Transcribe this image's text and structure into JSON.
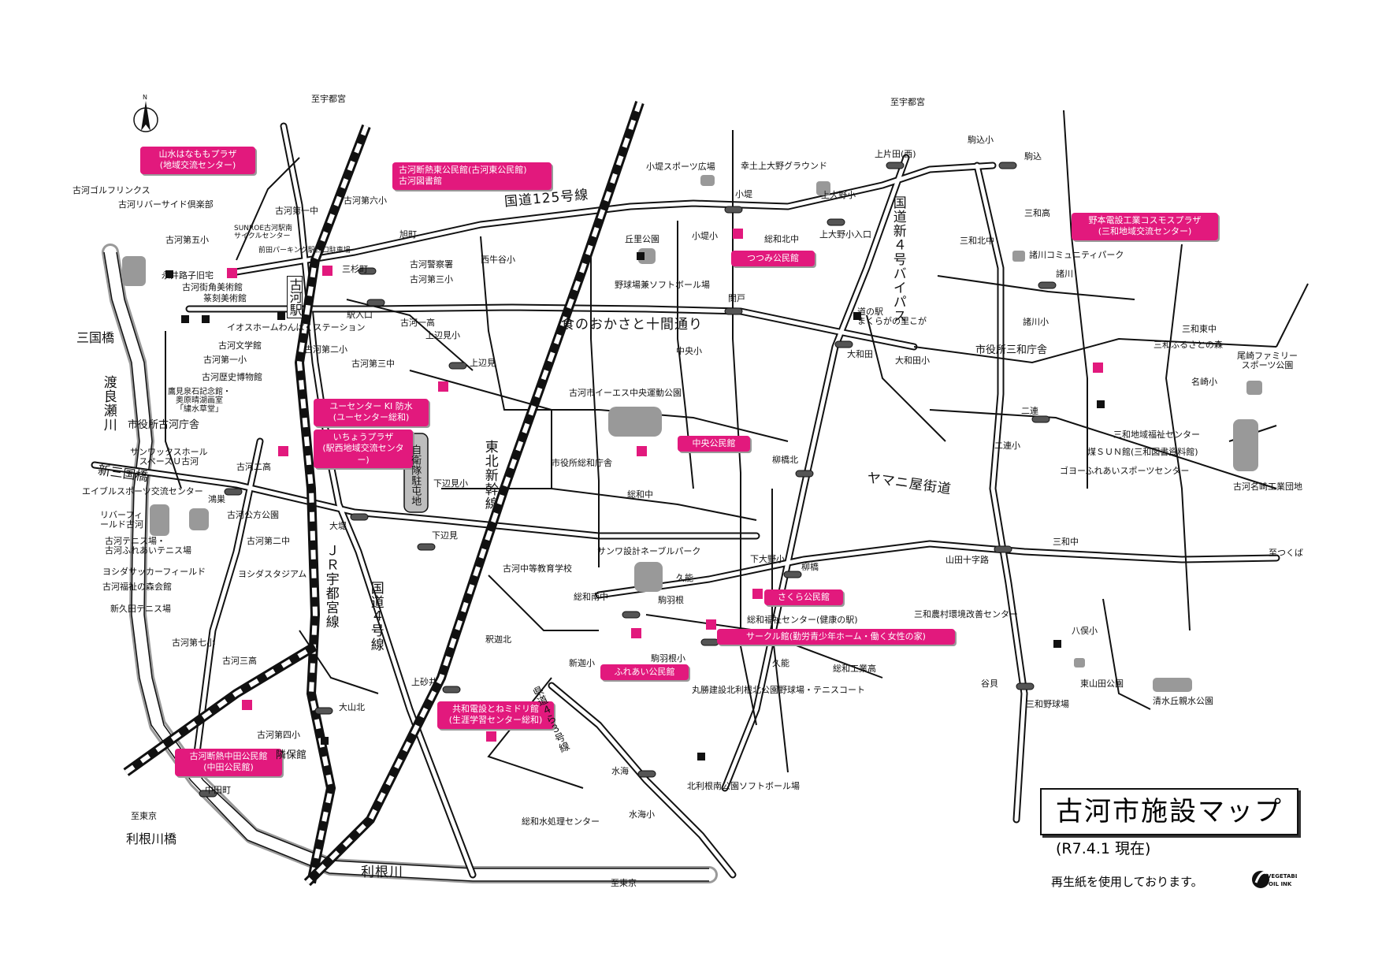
{
  "title": "古河市施設マップ",
  "date": "(R7.4.1 現在)",
  "recycled_note": "再生紙を使用しております。",
  "ink_logo": "VEGETABLE OIL INK",
  "north_label": "N",
  "colors": {
    "accent": "#e2197d",
    "road": "#111111",
    "park": "#999999"
  },
  "pink_labels": {
    "sansui": "山水はなももプラザ\n(地域交流センター)",
    "higashi": "古河断熱東公民館(古河東公民館)\n古河図書館",
    "nomoto": "野本電設工業コスモスプラザ\n(三和地域交流センター)",
    "tsutsumi": "つつみ公民館",
    "ucenter": "ユーセンター KI 防水\n(ユーセンター総和)",
    "icho": "いちょうプラザ\n(駅西地域交流センター)",
    "chuo": "中央公民館",
    "sakura": "さくら公民館",
    "circle": "サークル館(勤労青少年ホーム・働く女性の家)",
    "fureai": "ふれあい公民館",
    "kyowa": "共和電設とねミドリ館\n(生涯学習センター総和)",
    "nakata": "古河断熱中田公民館\n(中田公民館)"
  },
  "roads": {
    "r125": "国道125号線",
    "shoku": "食のおかさと十間通り",
    "yamani": "ヤマニ屋街道",
    "shin4": "国道新４号バイパス",
    "r4": "国道４号線",
    "jr": "ＪＲ宇都宮線",
    "shinkansen": "東北新幹線",
    "kendo": "県道４ら３号線",
    "jieitai": "自衛隊駐屯地",
    "watarase": "渡良瀬川",
    "tonegawa": "利根川",
    "sankyobashi": "三国橋",
    "shinsankyobashi": "新三国橋",
    "tonegawabashi": "利根川橋"
  },
  "dests": {
    "utsunomiya1": "至宇都宮",
    "utsunomiya2": "至宇都宮",
    "tokyo1": "至東京",
    "tokyo2": "至東京",
    "tsukuba": "至つくば",
    "komagome": "駒込"
  },
  "labels": {
    "golf": "古河ゴルフリンクス",
    "riverside": "古河リバーサイド倶楽部",
    "dai5": "古河第五小",
    "nagai": "永井路子旧宅",
    "machikado": "古河街角美術館",
    "tenkoku": "篆刻美術館",
    "sunroe": "SUNROE古河駅南\nサイクルセンター",
    "maeda": "前田パーキング駅西口駐車場",
    "dai1chu": "古河第一中",
    "dai6": "古河第六小",
    "sansugi": "三杉町",
    "asahi": "旭町",
    "keisatsu": "古河警察署",
    "dai3": "古河第三小",
    "koga_st": "古河駅",
    "aeon": "イオスホームわんぱくステーション",
    "ekiiriguchi": "駅入口",
    "koga1ko": "古河一高",
    "kamihenmi_sho": "上辺見小",
    "kamihenmi": "上辺見",
    "bungaku": "古河文学館",
    "dai1sho": "古河第一小",
    "rekishi": "古河歴史博物館",
    "dai2": "古河第二小",
    "dai3chu": "古河第三中",
    "takami": "鷹見泉石記念館・\n奥原晴湖画室\n「繍水草堂」",
    "shiyakusho_koga": "市役所古河庁舎",
    "sunwax": "サンワックスホール\nスペースＵ古河",
    "koga2ko": "古河二高",
    "able": "エイブルスポーツ交流センター",
    "konosu": "鴻巣",
    "riverfield": "リバーフィ\nールド古河",
    "kubo_park": "古河公方公園",
    "tennis": "古河テニス場・\n古河ふれあいテニス場",
    "yoshida_soccer": "ヨシダサッカーフィールド",
    "fukushi_mori": "古河福祉の森会館",
    "shinkuda": "新久田テニス場",
    "yoshida_stadium": "ヨシダスタジアム",
    "dai2chu": "古河第二中",
    "dai7": "古河第七小",
    "ozutsumi": "大堤",
    "koga3ko": "古河三高",
    "oyamakita": "大山北",
    "dai4": "古河第四小",
    "rinpokan": "隣保館",
    "nakatamachi": "中田町",
    "kotsutsumi_sports": "小堤スポーツ広場",
    "kodou_gnd": "幸土上大野グラウンド",
    "kotsutsumi": "小堤",
    "okanoe": "丘里公園",
    "kotsutsumi_sho": "小堤小",
    "sowakita_chu": "総和北中",
    "kamionohara": "上大野小入口",
    "kamiono_sho": "上大野小",
    "kamikata": "上片田(西)",
    "nishigoya": "西牛谷小",
    "yakyu_softball": "野球場兼ソフトボール場",
    "sekido": "関戸",
    "michinoeki": "道の駅\nまくらがの里こが",
    "owada": "大和田",
    "owada_sho": "大和田小",
    "chuo_sho": "中央小",
    "iesu": "古河市イーエス中央運動公園",
    "shiyakusho_sowa": "市役所総和庁舎",
    "sowa_chu": "総和中",
    "yanagibashi_kita": "柳橋北",
    "shimohenmi_sho": "下辺見小",
    "shimohenmi": "下辺見",
    "koga_chutou": "古河中等教育学校",
    "sanwa_net": "サンワ設計ネーブルパーク",
    "sowa_minami": "総和南中",
    "kunou": "久能",
    "shimo_ono": "下大野小",
    "yanagibashi": "柳橋",
    "komahane": "駒羽根",
    "sowa_fukushi": "総和福祉センター(健康の駅)",
    "shakuzo": "釈迦北",
    "shinkuo": "新迦小",
    "komahane_sho": "駒羽根小",
    "kunou2": "久能",
    "sowa_kogyo": "総和工業高",
    "marukatsu": "丸勝建設北利根北公園野球場・テニスコート",
    "kamisago": "上砂井",
    "mizuumi": "水海",
    "kitatone_softball": "北利根南公園ソフトボール場",
    "mizuumi_sho": "水海小",
    "shori_center": "総和水処理センター",
    "komagome_sho": "駒込小",
    "sanwa_ko": "三和高",
    "sanwa_kita": "三和北中",
    "morokawa_park": "諸川コミュニティパーク",
    "morokawa": "諸川",
    "morokawa_sho": "諸川小",
    "sanwa_higashi": "三和東中",
    "furusato": "三和ふるさとの森",
    "ozaki_sports": "尾崎ファミリー\nスポーツ公園",
    "nazaki_sho": "名崎小",
    "shiyakusho_sanwa": "市役所三和庁舎",
    "nijo": "二連",
    "nijo_sho": "二連小",
    "sanwa_fukushi": "三和地域福祉センター",
    "sun_kan": "煤ＳＵＮ館(三和図書資料館)",
    "goyo": "ゴヨーふれあいスポーツセンター",
    "nazaki_kogyo": "古河名崎工業団地",
    "yamada": "山田十字路",
    "sanwa_chu": "三和中",
    "noson": "三和農村環境改善センター",
    "hakkou": "八俣小",
    "higashiyamada": "東山田公園",
    "tanigai": "谷貝",
    "sanwa_yakyu": "三和野球場",
    "shimizugaoka": "清水丘親水公園"
  }
}
